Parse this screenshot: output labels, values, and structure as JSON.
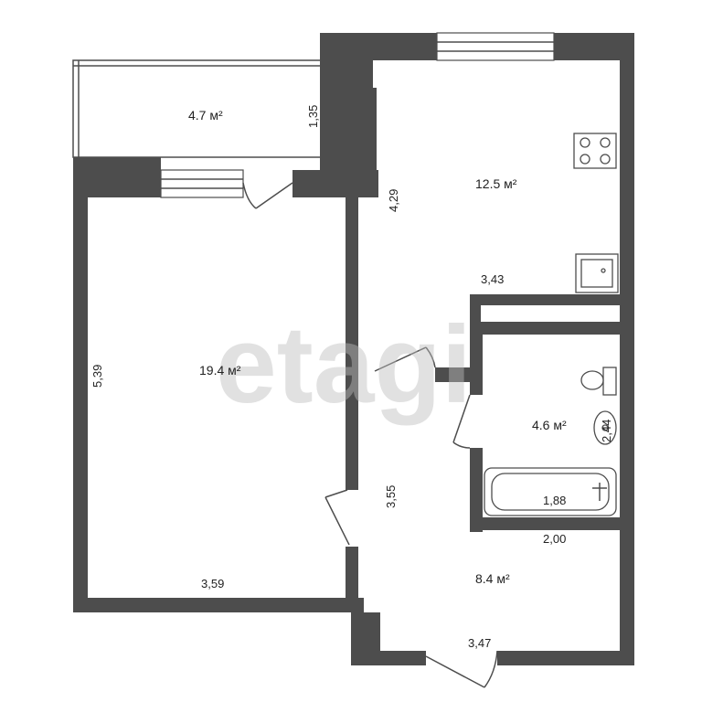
{
  "watermark": "etagi",
  "rooms": {
    "balcony": {
      "area": "4.7 м²"
    },
    "kitchen": {
      "area": "12.5 м²"
    },
    "living": {
      "area": "19.4 м²"
    },
    "bathroom": {
      "area": "4.6 м²"
    },
    "hall": {
      "area": "8.4 м²"
    }
  },
  "dimensions": {
    "balcony_depth": "1,35",
    "kitchen_depth": "4,29",
    "kitchen_width": "3,43",
    "living_depth": "5,39",
    "living_width": "3,59",
    "hall_depth": "3,55",
    "hall_width": "3,47",
    "bath_depth": "2,44",
    "bath_inner_width": "1,88",
    "bath_width": "2,00"
  }
}
